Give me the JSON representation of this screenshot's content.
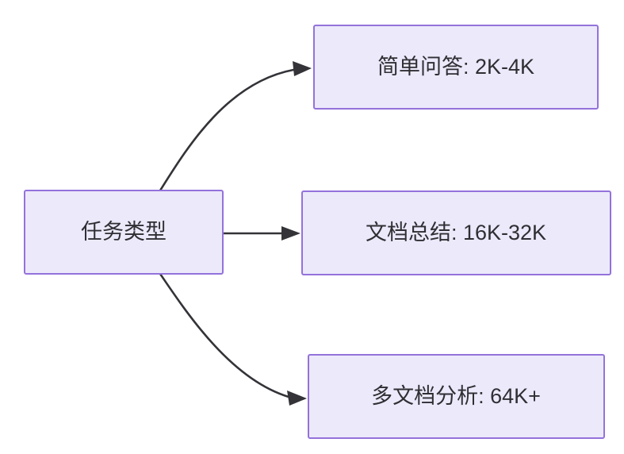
{
  "diagram": {
    "type": "flowchart",
    "direction": "left-to-right",
    "background_color": "#ffffff",
    "node_fill_color": "#ece9fb",
    "node_border_color": "#9472db",
    "node_text_color": "#2f2f33",
    "edge_color": "#333338",
    "source": {
      "id": "task-type",
      "label": "任务类型"
    },
    "targets": [
      {
        "id": "simple-qa",
        "label": "简单问答: 2K-4K"
      },
      {
        "id": "doc-summary",
        "label": "文档总结: 16K-32K"
      },
      {
        "id": "multi-doc-analysis",
        "label": "多文档分析: 64K+"
      }
    ],
    "edges": [
      {
        "from": "task-type",
        "to": "simple-qa",
        "label": ""
      },
      {
        "from": "task-type",
        "to": "doc-summary",
        "label": ""
      },
      {
        "from": "task-type",
        "to": "multi-doc-analysis",
        "label": ""
      }
    ]
  }
}
